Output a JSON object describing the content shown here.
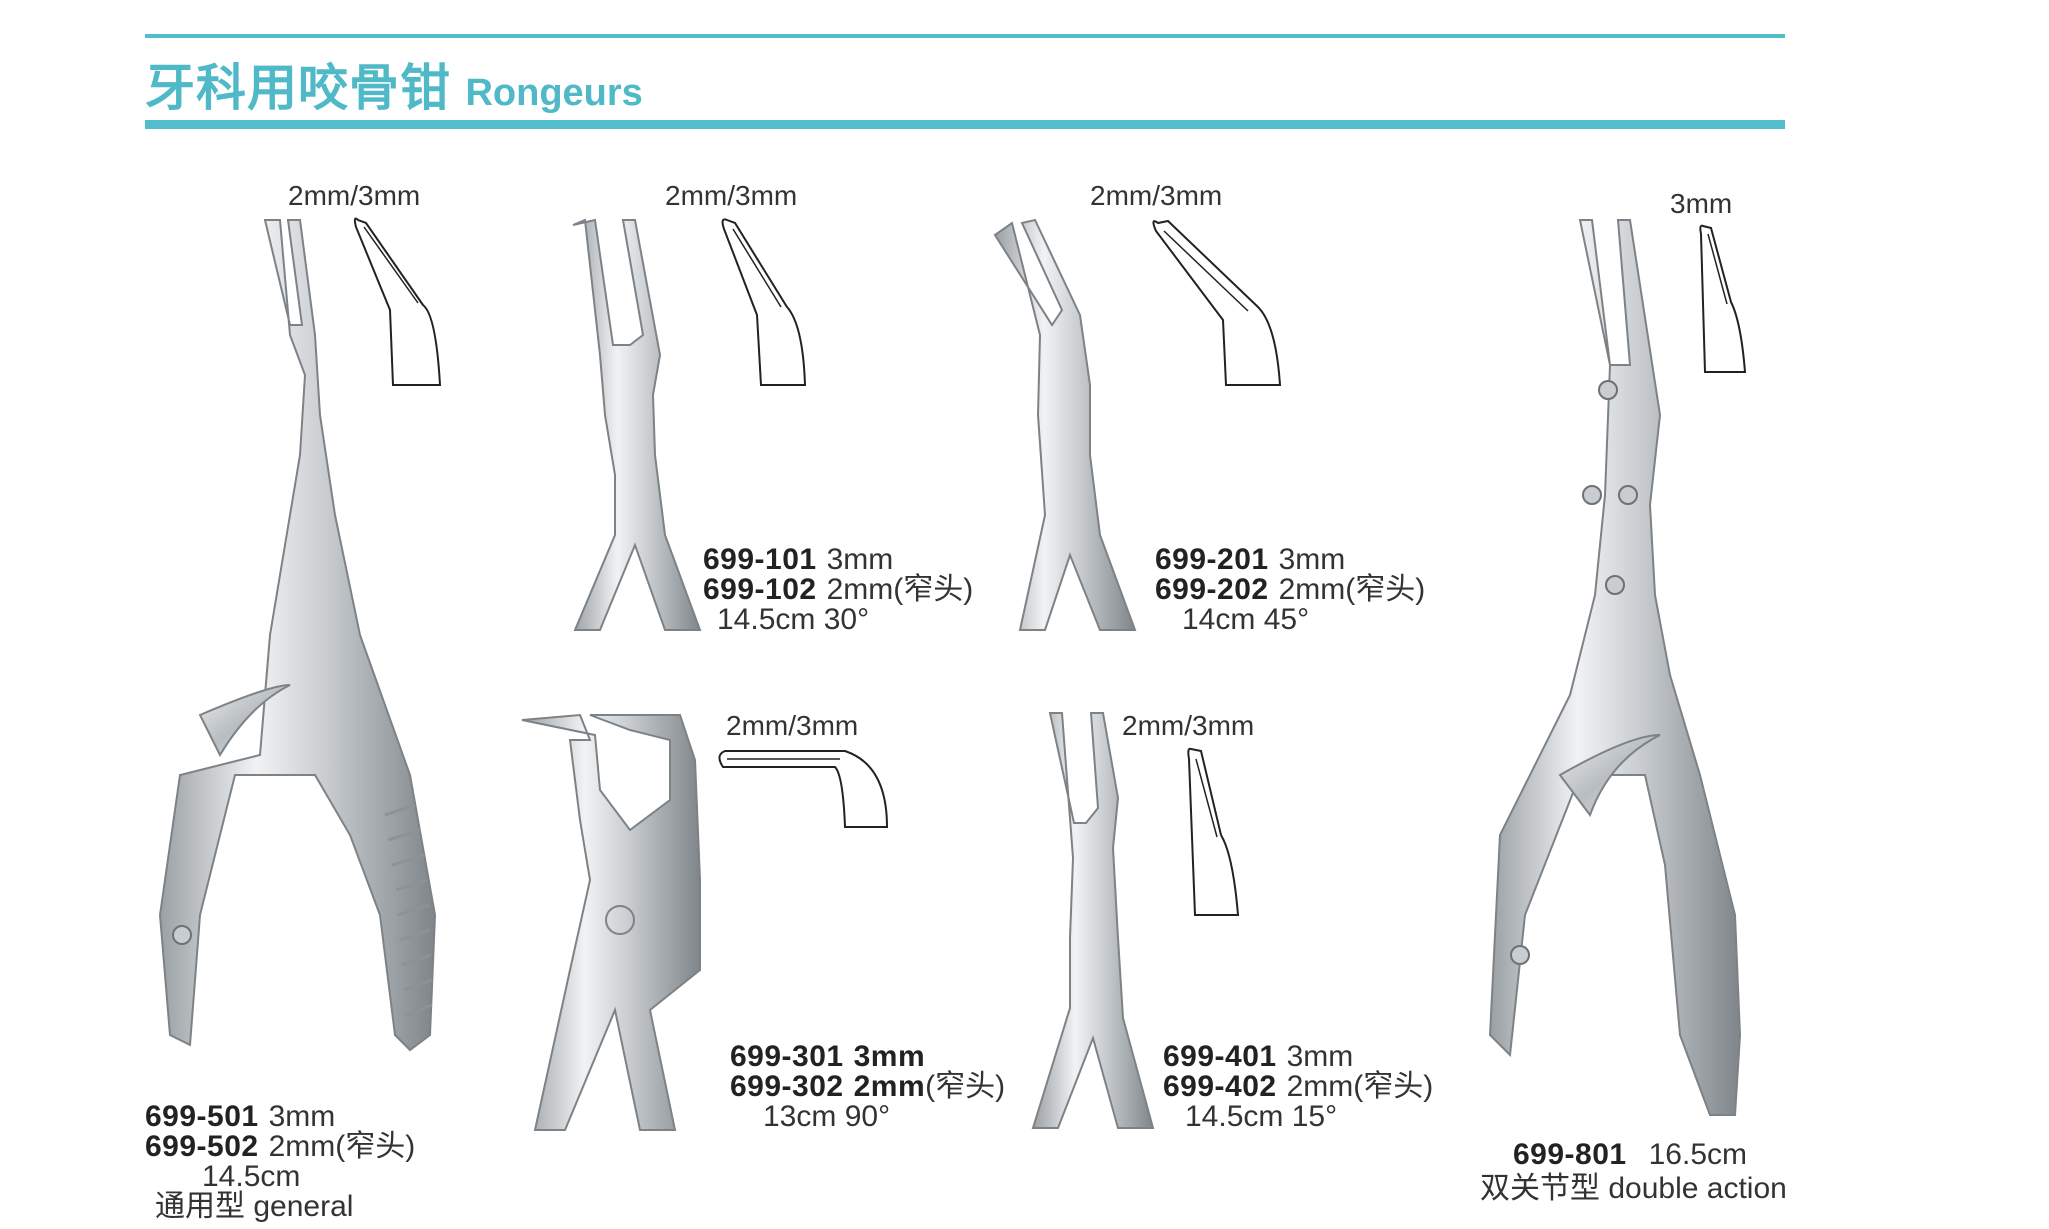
{
  "header": {
    "title_cn": "牙科用咬骨钳",
    "title_en": "Rongeurs"
  },
  "colors": {
    "accent": "#52bdcc",
    "steel_light": "#e6e8ea",
    "steel_dark": "#8d9296"
  },
  "products": [
    {
      "size_label": "2mm/3mm",
      "line1_code": "699-501",
      "line1_value": "3mm",
      "line2_code": "699-502",
      "line2_value": "2mm(窄头)",
      "length": "14.5cm",
      "type": "通用型 general"
    },
    {
      "size_label": "2mm/3mm",
      "line1_code": "699-101",
      "line1_value": "3mm",
      "line2_code": "699-102",
      "line2_value": "2mm(窄头)",
      "detail": "14.5cm   30°"
    },
    {
      "size_label": "2mm/3mm",
      "line1_code": "699-201",
      "line1_value": "3mm",
      "line2_code": "699-202",
      "line2_value": "2mm(窄头)",
      "detail": "14cm   45°"
    },
    {
      "size_label": "3mm",
      "line1_code": "699-801",
      "line1_value": "16.5cm",
      "type": "双关节型   double action"
    },
    {
      "size_label": "2mm/3mm",
      "line1_code": "699-301",
      "line1_value": "3mm",
      "line2_code": "699-302",
      "line2_value": "2mm",
      "line2_extra": "(窄头)",
      "detail": "13cm   90°"
    },
    {
      "size_label": "2mm/3mm",
      "line1_code": "699-401",
      "line1_value": "3mm",
      "line2_code": "699-402",
      "line2_value": "2mm(窄头)",
      "detail": "14.5cm   15°"
    }
  ]
}
